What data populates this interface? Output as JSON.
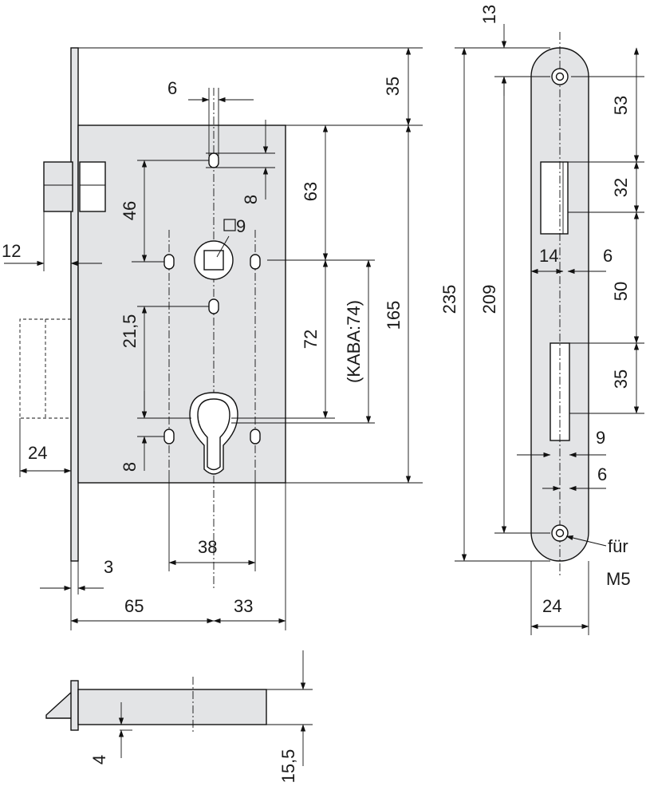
{
  "labels": {
    "d6_top": "6",
    "d35": "35",
    "d13": "13",
    "d46": "46",
    "d8_top": "8",
    "d63": "63",
    "d53": "53",
    "d12": "12",
    "d9_square": "9",
    "d32": "32",
    "d14": "14",
    "d6_strike_mid": "6",
    "d235": "235",
    "d209": "209",
    "d50": "50",
    "d72": "72",
    "d_kaba": "(KABA:74)",
    "d165": "165",
    "d21_5": "21,5",
    "d35_strike": "35",
    "d9_strike": "9",
    "d24_left": "24",
    "d6_strike_low": "6",
    "d8_bottom": "8",
    "d38": "38",
    "d3": "3",
    "d65": "65",
    "d33": "33",
    "fuer": "für",
    "m5": "M5",
    "d24_strike": "24",
    "d4": "4",
    "d15_5": "15,5"
  }
}
